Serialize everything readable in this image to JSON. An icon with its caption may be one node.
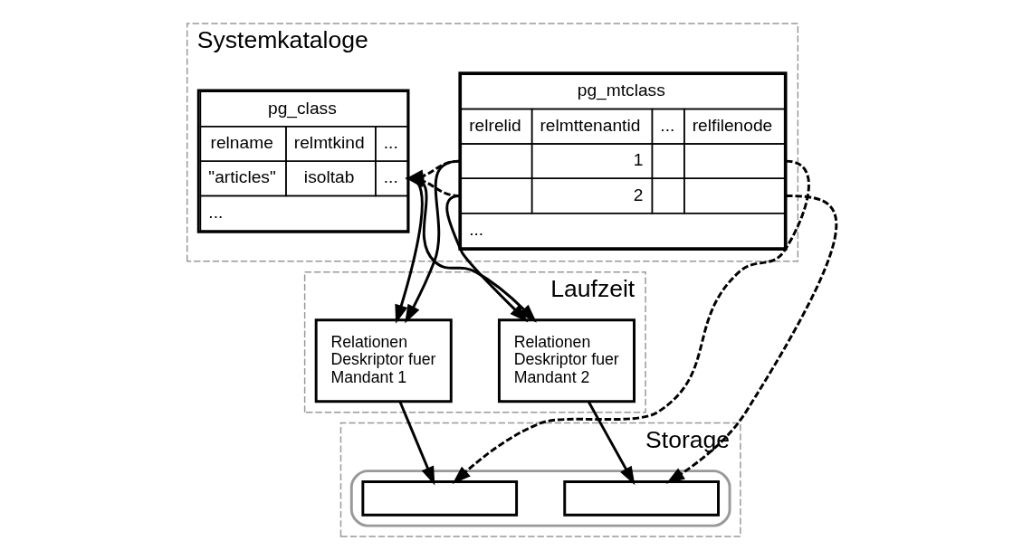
{
  "diagram": {
    "nodes": [
      {
        "text": [
          "Systemkataloge"
        ]
      },
      {
        "text": [
          "pg_class",
          "relname",
          "relmtkind",
          "...",
          "\"articles\"",
          "isoltab",
          "...",
          "..."
        ],
        "in": 0
      },
      {
        "text": [
          "pg_mtclass",
          "relrelid",
          "relmttenantid",
          "...",
          "relfilenode",
          "1",
          "2",
          "..."
        ],
        "in": 0
      },
      {
        "text": [
          "Laufzeit"
        ]
      },
      {
        "text": [
          "Relationen Deskriptor fuer Mandant 1"
        ],
        "in": 3
      },
      {
        "text": [
          "Relationen Deskriptor fuer Mandant 2"
        ],
        "in": 3
      },
      {
        "text": [
          "Storage"
        ]
      },
      {
        "text": [],
        "shape": "cylinder",
        "in": 6
      },
      {
        "text": [],
        "shape": "box",
        "in": 7
      },
      {
        "text": [],
        "shape": "box",
        "in": 7
      }
    ],
    "edges": [
      {
        "from": 1,
        "to": 4,
        "arrow": "to"
      },
      {
        "from": 1,
        "to": 5,
        "arrow": "to"
      },
      {
        "from": 2,
        "to": 4,
        "arrow": "to"
      },
      {
        "from": 2,
        "to": 5,
        "arrow": "to"
      },
      {
        "from": 2,
        "to": 1,
        "arrow": "to",
        "style": "dashed"
      },
      {
        "from": 2,
        "to": 1,
        "arrow": "to",
        "style": "dashed"
      },
      {
        "from": 4,
        "to": 8,
        "arrow": "to"
      },
      {
        "from": 5,
        "to": 9,
        "arrow": "to"
      },
      {
        "from": 2,
        "to": 8,
        "arrow": "to",
        "style": "dashed"
      },
      {
        "from": 2,
        "to": 9,
        "arrow": "to",
        "style": "dashed"
      }
    ]
  }
}
